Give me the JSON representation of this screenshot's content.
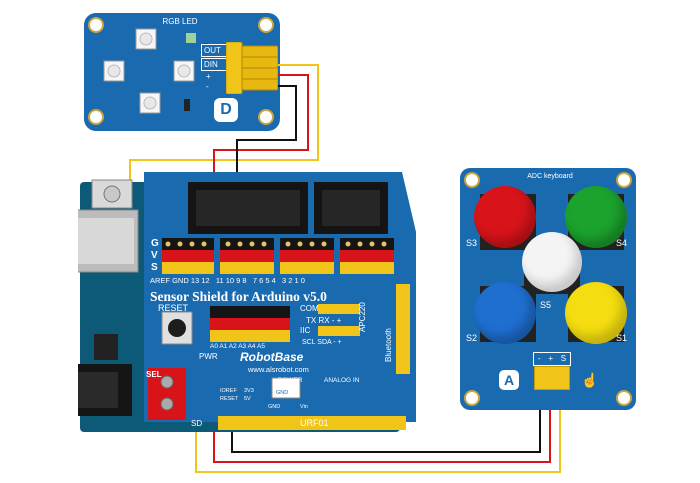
{
  "rgb_led_module": {
    "title": "RGB LED",
    "pins": [
      "OUT",
      "DIN",
      "+",
      "-"
    ],
    "badge": "D"
  },
  "sensor_shield": {
    "title": "Sensor Shield for Arduino v5.0",
    "brand": "RobotBase",
    "website": "www.alsrobot.com",
    "reset_label": "RESET",
    "pwr_label": "PWR",
    "sel_label": "SEL",
    "header_rows": [
      "G",
      "V",
      "S"
    ],
    "digital_pins": "AREF GND 13 12   11 10 9 8   7 6 5 4   3 2 1 0",
    "com_label": "COM",
    "tx_rx_label": "TX RX - +",
    "iic_label": "IIC",
    "scl_sda_label": "SCL SDA - +",
    "apc220_label": "APC220",
    "bluetooth_label": "Bluetooth",
    "analog_pins": "A0 A1 A2 A3 A4 A5",
    "power_label": "POWER",
    "analog_in_label": "ANALOG IN",
    "power_pins": [
      "IOREF",
      "RESET",
      "3V3",
      "5V",
      "GND",
      "GND",
      "Vin"
    ],
    "sd_label": "SD",
    "urf_label": "URF01"
  },
  "adc_keyboard": {
    "title": "ADC keyboard",
    "buttons": [
      {
        "label": "S3",
        "color": "#d8141a"
      },
      {
        "label": "S4",
        "color": "#1ba32e"
      },
      {
        "label": "S5",
        "color": "#f4f4f4"
      },
      {
        "label": "S2",
        "color": "#1f6fd1"
      },
      {
        "label": "S1",
        "color": "#f4dd10"
      }
    ],
    "pins": [
      "-",
      "+",
      "S"
    ],
    "badge": "A"
  },
  "wire_colors": {
    "signal": "#f0c419",
    "power": "#d8141a",
    "ground": "#111111"
  }
}
